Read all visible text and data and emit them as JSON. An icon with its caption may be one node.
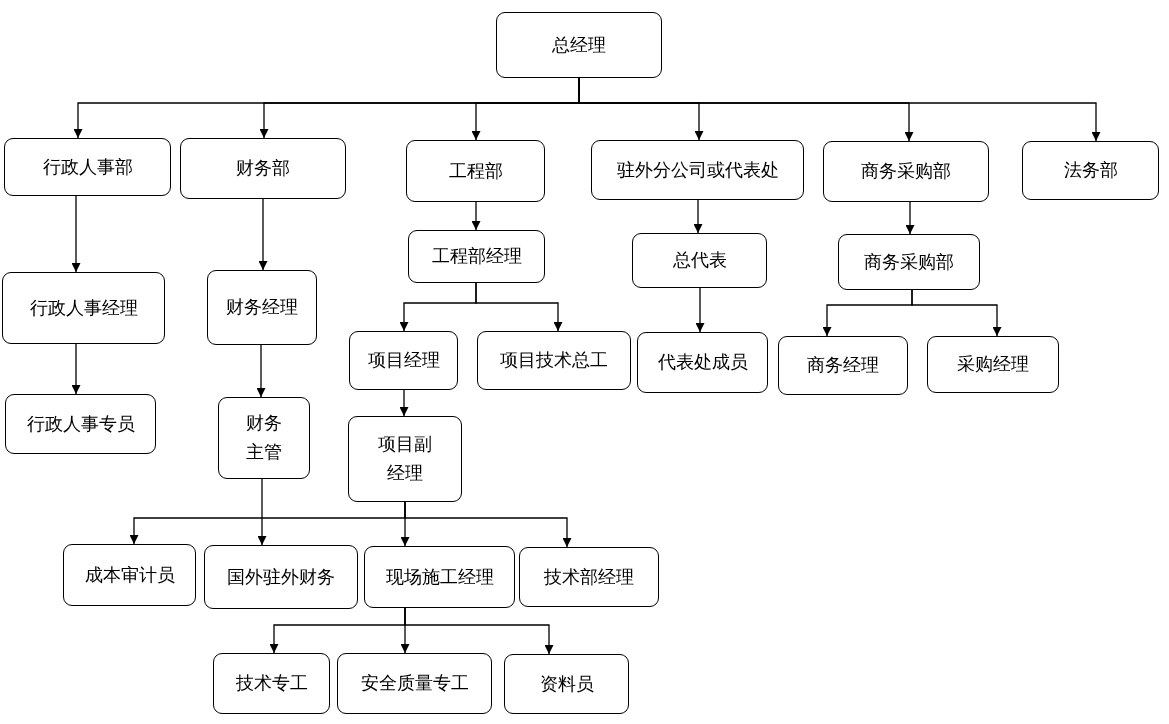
{
  "diagram": {
    "nodes": [
      {
        "text": [
          "总经理"
        ]
      },
      {
        "text": [
          "行政人事部"
        ]
      },
      {
        "text": [
          "财务部"
        ]
      },
      {
        "text": [
          "工程部"
        ]
      },
      {
        "text": [
          "驻外分公司或代表处"
        ]
      },
      {
        "text": [
          "商务采购部"
        ]
      },
      {
        "text": [
          "法务部"
        ]
      },
      {
        "text": [
          "行政人事经理"
        ]
      },
      {
        "text": [
          "行政人事专员"
        ]
      },
      {
        "text": [
          "财务经理"
        ]
      },
      {
        "text": [
          "财务主管"
        ]
      },
      {
        "text": [
          "工程部经理"
        ]
      },
      {
        "text": [
          "项目经理"
        ]
      },
      {
        "text": [
          "项目技术总工"
        ]
      },
      {
        "text": [
          "项目副经理"
        ]
      },
      {
        "text": [
          "总代表"
        ]
      },
      {
        "text": [
          "代表处成员"
        ]
      },
      {
        "text": [
          "商务采购部"
        ]
      },
      {
        "text": [
          "商务经理"
        ]
      },
      {
        "text": [
          "采购经理"
        ]
      },
      {
        "text": [
          "成本审计员"
        ]
      },
      {
        "text": [
          "国外驻外财务"
        ]
      },
      {
        "text": [
          "现场施工经理"
        ]
      },
      {
        "text": [
          "技术部经理"
        ]
      },
      {
        "text": [
          "技术专工"
        ]
      },
      {
        "text": [
          "安全质量专工"
        ]
      },
      {
        "text": [
          "资料员"
        ]
      }
    ],
    "edges": [
      {
        "from": 0,
        "to": 1,
        "arrow": "to"
      },
      {
        "from": 0,
        "to": 2,
        "arrow": "to"
      },
      {
        "from": 0,
        "to": 3,
        "arrow": "to"
      },
      {
        "from": 0,
        "to": 4,
        "arrow": "to"
      },
      {
        "from": 0,
        "to": 5,
        "arrow": "to"
      },
      {
        "from": 0,
        "to": 6,
        "arrow": "to"
      },
      {
        "from": 1,
        "to": 7,
        "arrow": "to"
      },
      {
        "from": 7,
        "to": 8,
        "arrow": "to"
      },
      {
        "from": 2,
        "to": 9,
        "arrow": "to"
      },
      {
        "from": 9,
        "to": 10,
        "arrow": "to"
      },
      {
        "from": 3,
        "to": 11,
        "arrow": "to"
      },
      {
        "from": 11,
        "to": 12,
        "arrow": "to"
      },
      {
        "from": 11,
        "to": 13,
        "arrow": "to"
      },
      {
        "from": 12,
        "to": 14,
        "arrow": "to"
      },
      {
        "from": 4,
        "to": 15,
        "arrow": "to"
      },
      {
        "from": 15,
        "to": 16,
        "arrow": "to"
      },
      {
        "from": 5,
        "to": 17,
        "arrow": "to"
      },
      {
        "from": 17,
        "to": 18,
        "arrow": "to"
      },
      {
        "from": 17,
        "to": 19,
        "arrow": "to"
      },
      {
        "from": 10,
        "to": 21,
        "arrow": "to"
      },
      {
        "from": 14,
        "to": 20,
        "arrow": "to"
      },
      {
        "from": 14,
        "to": 22,
        "arrow": "to"
      },
      {
        "from": 14,
        "to": 23,
        "arrow": "to"
      },
      {
        "from": 22,
        "to": 24,
        "arrow": "to"
      },
      {
        "from": 22,
        "to": 25,
        "arrow": "to"
      },
      {
        "from": 22,
        "to": 26,
        "arrow": "to"
      }
    ]
  }
}
